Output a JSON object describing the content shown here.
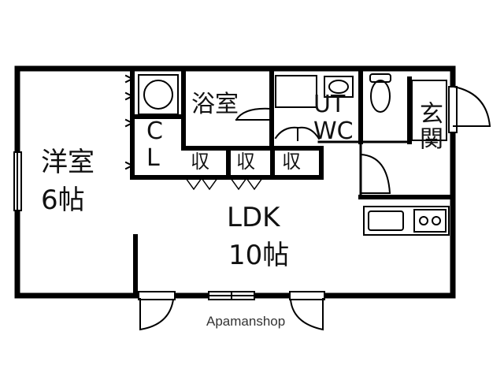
{
  "rooms": {
    "western": {
      "name": "洋室",
      "size": "6帖"
    },
    "ldk": {
      "name": "LDK",
      "size": "10帖"
    },
    "bath": {
      "name": "浴室"
    },
    "closet": {
      "line1": "C",
      "line2": "L"
    },
    "storage1": {
      "name": "収"
    },
    "storage2": {
      "name": "収"
    },
    "storage3": {
      "name": "収"
    },
    "utility": {
      "line1": "UT",
      "line2": "WC"
    },
    "entrance": {
      "name": "玄関"
    }
  },
  "watermark": "Apamanshop",
  "colors": {
    "wall": "#000000",
    "fixture": "#222222",
    "background": "#ffffff"
  }
}
